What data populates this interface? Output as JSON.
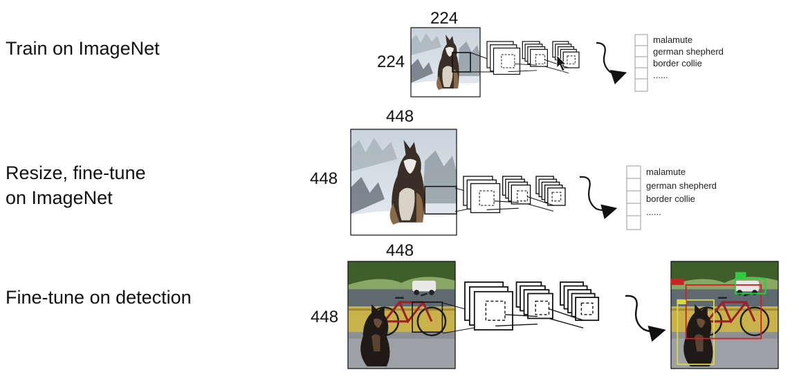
{
  "stages": [
    {
      "label_line1": "Train on ImageNet",
      "label_line2": "",
      "input_width": "224",
      "input_height": "224",
      "output": "classification",
      "classes": [
        "malamute",
        "german shepherd",
        "border collie",
        "......"
      ]
    },
    {
      "label_line1": "Resize, fine-tune",
      "label_line2": "on ImageNet",
      "input_width": "448",
      "input_height": "448",
      "output": "classification",
      "classes": [
        "malamute",
        "german shepherd",
        "border collie",
        "......"
      ]
    },
    {
      "label_line1": "Fine-tune on detection",
      "label_line2": "",
      "input_width": "448",
      "input_height": "448",
      "output": "detection",
      "detection_labels": [
        "dog",
        "bicycle",
        "car"
      ]
    }
  ],
  "icons": {
    "cursor": "mouse-pointer-icon",
    "snow_dog_photo": "dog-in-snow-photo",
    "porch_dog_photo": "dog-with-bicycle-photo"
  },
  "colors": {
    "detection_dog_box": "#d9d93a",
    "detection_bike_box": "#d02020",
    "detection_car_box": "#2ecc40"
  }
}
